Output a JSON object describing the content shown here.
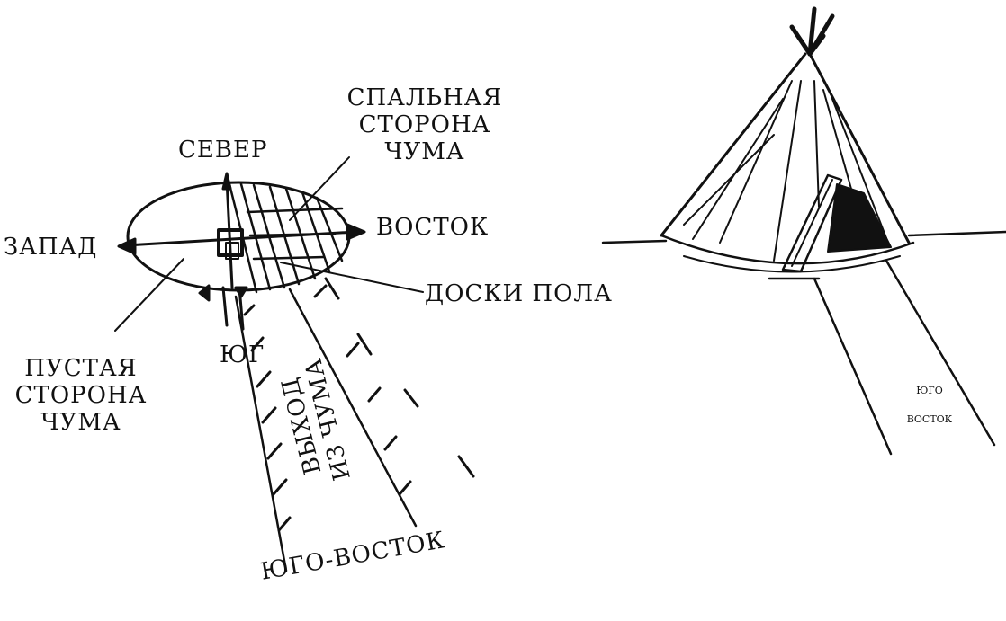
{
  "left_plan": {
    "north": "СЕВЕР",
    "west": "ЗАПАД",
    "east": "ВОСТОК",
    "south": "ЮГ",
    "southeast": "ЮГО-ВОСТОК",
    "sleeping_side": [
      "СПАЛЬНАЯ",
      "СТОРОНА",
      "ЧУМА"
    ],
    "empty_side": [
      "ПУСТАЯ",
      "СТОРОНА",
      "ЧУМА"
    ],
    "floor_boards": "ДОСКИ ПОЛА",
    "exit_path": [
      "ВЫХОД",
      "ИЗ ЧУМА"
    ]
  },
  "right_view": {
    "direction": [
      "ЮГО",
      "ВОСТОК"
    ]
  }
}
